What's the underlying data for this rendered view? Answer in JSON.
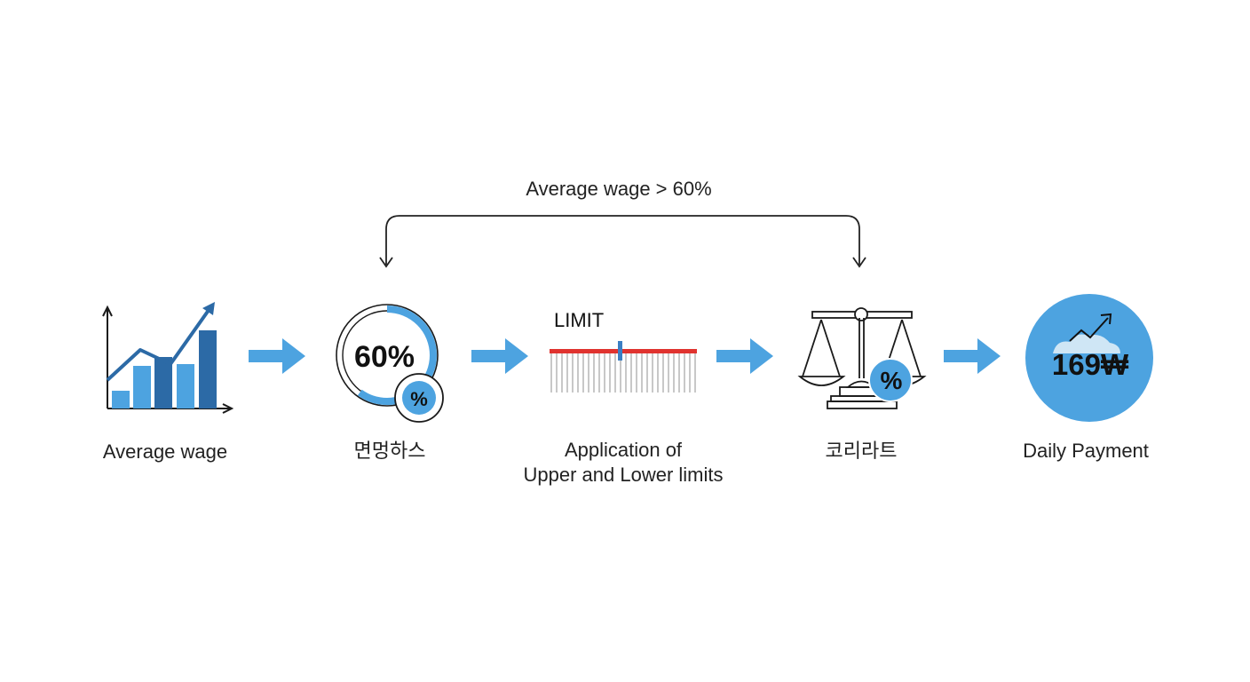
{
  "top_connector": {
    "label": "Average wage > 60%"
  },
  "steps": [
    {
      "id": "average-wage",
      "label": "Average wage",
      "icon": "bar-chart-trend-icon"
    },
    {
      "id": "replacement-rate",
      "label": "면멍하스",
      "icon": "percent-progress-ring-icon",
      "value": "60%",
      "progress": 0.6,
      "badge": "%"
    },
    {
      "id": "limits",
      "label_line1": "Application of",
      "label_line2": "Upper and Lower limits",
      "icon": "limit-gauge-icon",
      "gauge_label": "LIMIT"
    },
    {
      "id": "scale",
      "label": "코리라트",
      "icon": "balance-scale-icon",
      "badge": "%"
    },
    {
      "id": "daily-payment",
      "label": "Daily Payment",
      "icon": "payment-circle-icon",
      "amount": "169₩"
    }
  ],
  "colors": {
    "accent": "#4da3e0",
    "accent_dark": "#2c6aa6",
    "limit_line": "#e0332f",
    "marker": "#3b7fc4",
    "tick": "#c8c8c8",
    "stroke": "#1a1a1a"
  }
}
